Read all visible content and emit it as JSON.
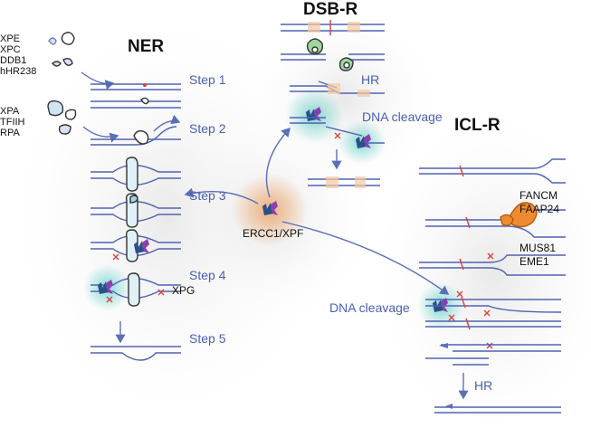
{
  "headings": {
    "ner": "NER",
    "dsb": "DSB-R",
    "icl": "ICL-R"
  },
  "ner_factors_1": [
    "XPE",
    "XPC",
    "DDB1",
    "hHR238"
  ],
  "ner_factors_2": [
    "XPA",
    "TFIIH",
    "RPA"
  ],
  "steps": [
    "Step 1",
    "Step 2",
    "Step 3",
    "Step 4",
    "Step 5"
  ],
  "xpg_label": "XPG",
  "center_label": "ERCC1/XPF",
  "dsb": {
    "hr": "HR",
    "cleavage": "DNA cleavage"
  },
  "icl": {
    "fanc": [
      "FANCM",
      "FAAP24"
    ],
    "mus": [
      "MUS81",
      "EME1"
    ],
    "cleavage": "DNA cleavage",
    "hr": "HR"
  },
  "colors": {
    "strand": "#4f63b3",
    "strand_light": "#9fb0dc",
    "arrow": "#5a6fb8",
    "text_blue": "#4a5fb0",
    "cut": "#d84040",
    "glow_teal": "#5fd0c8",
    "glow_orange": "#f0a060",
    "enzyme_dark": "#2c4f8a",
    "enzyme_purple": "#8a3fb0",
    "fanc_orange": "#f08a30"
  }
}
